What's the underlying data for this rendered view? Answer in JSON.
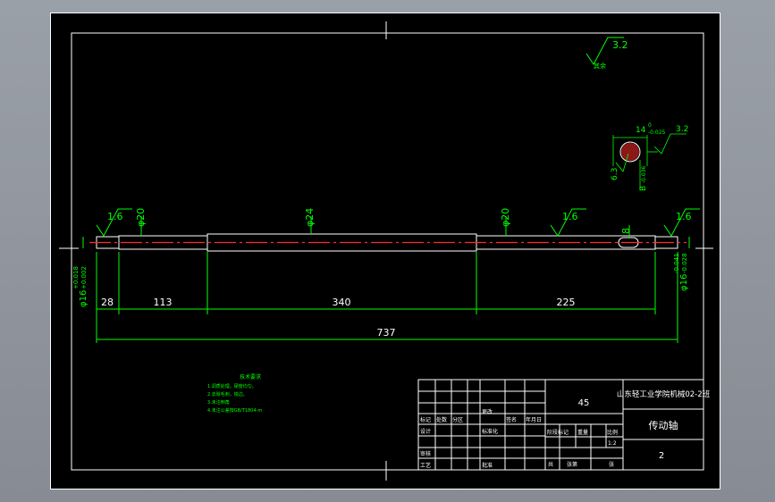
{
  "drawing": {
    "dimensions": {
      "d28": "28",
      "d113": "113",
      "d340": "340",
      "d225": "225",
      "d737": "737",
      "dia20_left": "φ20",
      "dia24": "φ24",
      "dia20_right": "φ20",
      "dia16_left": "φ16",
      "dia16_left_tol_upper": "+0.018",
      "dia16_left_tol_lower": "+0.002",
      "dia16_right": "φ16",
      "dia16_right_tol_upper": "-0.041",
      "dia16_right_tol_lower": "-0.028",
      "keyway_length": "8"
    },
    "roughness": {
      "top_right_value": "3.2",
      "top_right_note": "其余",
      "left_end": "1.6",
      "mid_right": "1.6",
      "right_end": "1.6"
    },
    "section": {
      "width": "14",
      "width_tol_upper": "0",
      "width_tol_lower": "-0.025",
      "roughness_top": "3.2",
      "roughness_left": "6.3",
      "depth_label": "B",
      "depth_tol": "-0.036"
    },
    "notes": {
      "heading": "技术要求",
      "lines": [
        "1.调质处理，硬度均匀。",
        "2.去除毛刺，锐边。",
        "3.未注倒角",
        "4.未注公差按GB/T1804-m"
      ]
    }
  },
  "title_block": {
    "material": "45",
    "school": "山东轻工业学院机械02-2班",
    "part_name": "传动轴",
    "quantity": "2",
    "label_mark": "标记",
    "label_count": "处数",
    "label_partition": "分区",
    "label_change": "更改",
    "label_sign": "签名",
    "label_date": "年月日",
    "label_design": "设计",
    "label_std": "标准化",
    "label_stage": "阶段标记",
    "label_weight": "重量",
    "label_scale": "比例",
    "scale_value": "1:2",
    "label_review": "审核",
    "label_process": "工艺",
    "label_approve": "批准",
    "label_sheet_total": "共",
    "label_sheet_no": "张第",
    "label_sheet": "张"
  }
}
